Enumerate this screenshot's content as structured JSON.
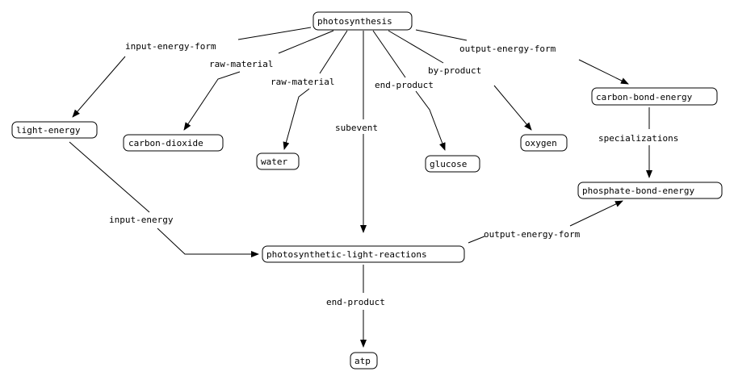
{
  "nodes": {
    "photosynthesis": "photosynthesis",
    "light_energy": "light-energy",
    "carbon_dioxide": "carbon-dioxide",
    "water": "water",
    "glucose": "glucose",
    "oxygen": "oxygen",
    "carbon_bond_energy": "carbon-bond-energy",
    "phosphate_bond_energy": "phosphate-bond-energy",
    "photosynthetic_light_reactions": "photosynthetic-light-reactions",
    "atp": "atp"
  },
  "edges": {
    "ps_to_light_energy": "input-energy-form",
    "ps_to_carbon_dioxide": "raw-material",
    "ps_to_water": "raw-material",
    "ps_to_light_reactions": "subevent",
    "ps_to_glucose": "end-product",
    "ps_to_oxygen": "by-product",
    "ps_to_carbon_bond_energy": "output-energy-form",
    "carbon_bond_to_phosphate_bond": "specializations",
    "light_energy_to_light_reactions": "input-energy",
    "light_reactions_to_phosphate_bond": "output-energy-form",
    "light_reactions_to_atp": "end-product"
  }
}
